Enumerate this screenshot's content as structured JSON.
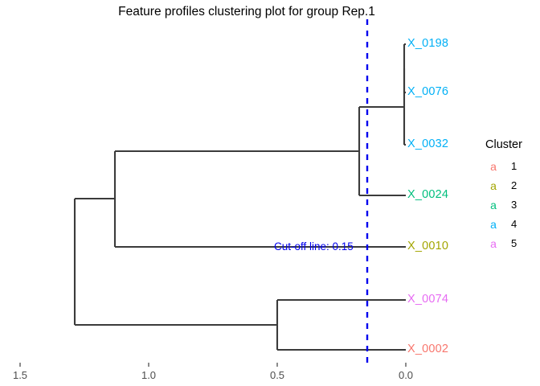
{
  "title": "Feature profiles clustering plot for group Rep.1",
  "cutoff": {
    "label": "Cut-off line: 0.15",
    "value": 0.15,
    "color": "#0000ee"
  },
  "legend": {
    "title": "Cluster",
    "key_glyph": "a",
    "items": [
      {
        "label": "1",
        "color": "#F8766D"
      },
      {
        "label": "2",
        "color": "#A3A500"
      },
      {
        "label": "3",
        "color": "#00BF7D"
      },
      {
        "label": "4",
        "color": "#00B0F6"
      },
      {
        "label": "5",
        "color": "#E76BF3"
      }
    ]
  },
  "chart_data": {
    "type": "dendrogram",
    "title": "Feature profiles clustering plot for group Rep.1",
    "xlabel": "",
    "ylabel": "",
    "xlim": [
      1.575,
      -0.025
    ],
    "axis_reversed": true,
    "grid": false,
    "legend_position": "right",
    "xticks": [
      1.5,
      1.0,
      0.5,
      0.0
    ],
    "xtick_labels": [
      "1.5",
      "1.0",
      "0.5",
      "0.0"
    ],
    "cut_height": 0.15,
    "leaves": [
      {
        "name": "X_0198",
        "cluster": 4,
        "color": "#00B0F6",
        "order": 1,
        "height": 0.0
      },
      {
        "name": "X_0076",
        "cluster": 4,
        "color": "#00B0F6",
        "order": 2,
        "height": 0.0
      },
      {
        "name": "X_0032",
        "cluster": 4,
        "color": "#00B0F6",
        "order": 3,
        "height": 0.0
      },
      {
        "name": "X_0024",
        "cluster": 3,
        "color": "#00BF7D",
        "order": 4,
        "height": 0.0
      },
      {
        "name": "X_0010",
        "cluster": 2,
        "color": "#A3A500",
        "order": 5,
        "height": 0.0
      },
      {
        "name": "X_0074",
        "cluster": 5,
        "color": "#E76BF3",
        "order": 6,
        "height": 0.0
      },
      {
        "name": "X_0002",
        "cluster": 1,
        "color": "#F8766D",
        "order": 7,
        "height": 0.0
      }
    ],
    "merges": [
      {
        "id": "n1",
        "left": "X_0198",
        "right": "X_0076",
        "height": 0.005
      },
      {
        "id": "n2",
        "left": "n1",
        "right": "X_0032",
        "height": 0.005
      },
      {
        "id": "n3",
        "left": "n2",
        "right": "X_0024",
        "height": 0.18
      },
      {
        "id": "n4",
        "left": "X_0074",
        "right": "X_0002",
        "height": 0.5
      },
      {
        "id": "n5",
        "left": "n3",
        "right": "X_0010",
        "height": 1.13
      },
      {
        "id": "n6",
        "left": "n5",
        "right": "n4",
        "height": 1.29
      }
    ]
  }
}
